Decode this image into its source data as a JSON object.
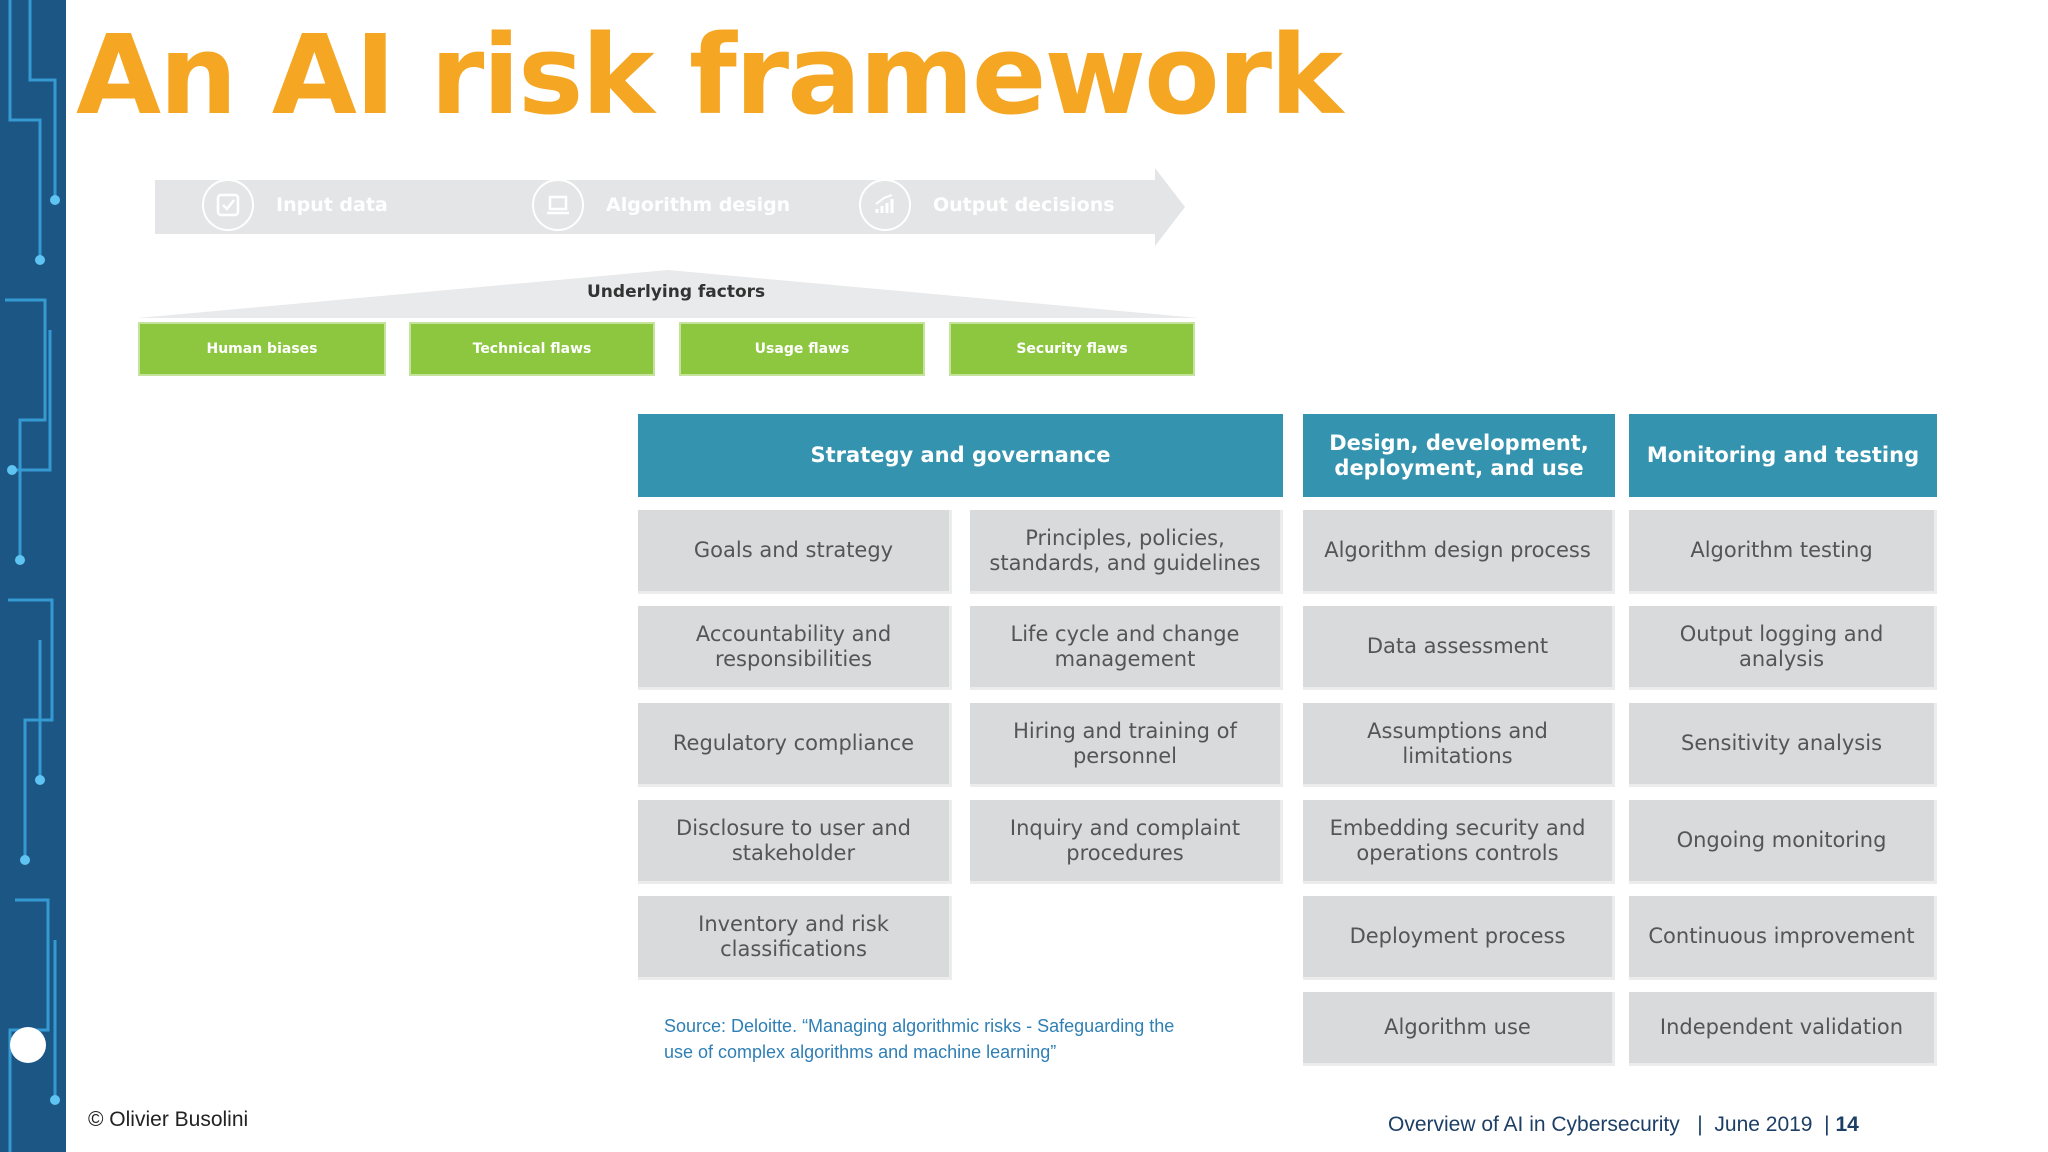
{
  "title": "An AI risk framework",
  "flow": [
    {
      "label": "Input data",
      "icon": "checkbox-icon",
      "color": "#3fa9e6"
    },
    {
      "label": "Algorithm design",
      "icon": "laptop-icon",
      "color": "#2e9fb2"
    },
    {
      "label": "Output decisions",
      "icon": "chart-icon",
      "color": "#7b7c7d"
    }
  ],
  "underlying_label": "Underlying factors",
  "factors": [
    "Human biases",
    "Technical flaws",
    "Usage flaws",
    "Security flaws"
  ],
  "grid": {
    "headers": {
      "strategy": "Strategy and governance",
      "design": "Design, development, deployment, and use",
      "monitoring": "Monitoring and testing"
    },
    "strategy_a": [
      "Goals and strategy",
      "Accountability and responsibilities",
      "Regulatory compliance",
      "Disclosure to user and stakeholder",
      "Inventory and risk classifications"
    ],
    "strategy_b": [
      "Principles, policies, standards, and guidelines",
      "Life cycle and change management",
      "Hiring and training of personnel",
      "Inquiry and complaint procedures"
    ],
    "design": [
      "Algorithm design process",
      "Data assessment",
      "Assumptions and limitations",
      "Embedding security and operations controls",
      "Deployment process",
      "Algorithm use"
    ],
    "monitoring": [
      "Algorithm testing",
      "Output logging and analysis",
      "Sensitivity analysis",
      "Ongoing monitoring",
      "Continuous improvement",
      "Independent validation"
    ]
  },
  "source": "Source: Deloitte. “Managing algorithmic risks - Safeguarding the use of complex algorithms and machine learning”",
  "copyright": "© Olivier Busolini",
  "footer": {
    "text": "Overview of AI in Cybersecurity   |  June 2019  |",
    "page": "14"
  },
  "colors": {
    "title": "#f5a623",
    "header": "#3493ae",
    "cell": "#d9dadb",
    "factor": "#8dc63f"
  }
}
